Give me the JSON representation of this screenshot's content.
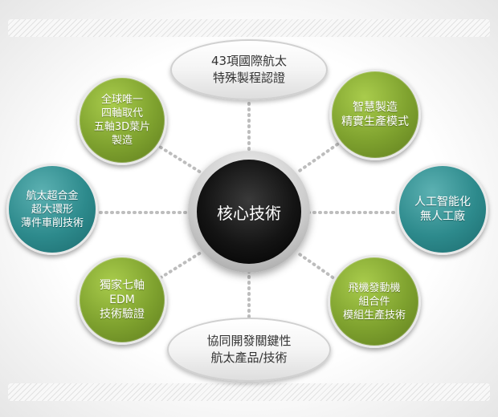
{
  "center": {
    "label": "核心技術"
  },
  "nodes": {
    "top": {
      "text": "43項國際航太\n特殊製程認證"
    },
    "top_left": {
      "text": "全球唯一\n四軸取代\n五軸3D葉片\n製造"
    },
    "top_right": {
      "text": "智慧製造\n精實生產模式"
    },
    "left": {
      "text": "航太超合金\n超大環形\n薄件車削技術"
    },
    "right": {
      "text": "人工智能化\n無人工廠"
    },
    "bottom_left": {
      "text": "獨家七軸\nEDM\n技術驗證"
    },
    "bottom_right": {
      "text": "飛機發動機\n組合件\n模組生產技術"
    },
    "bottom": {
      "text": "協同開發關鍵性\n航太產品/技術"
    }
  },
  "colors": {
    "green": "#7ea12e",
    "teal": "#2d8a8c",
    "core": "#000000",
    "connector": "#bdbdbd"
  }
}
